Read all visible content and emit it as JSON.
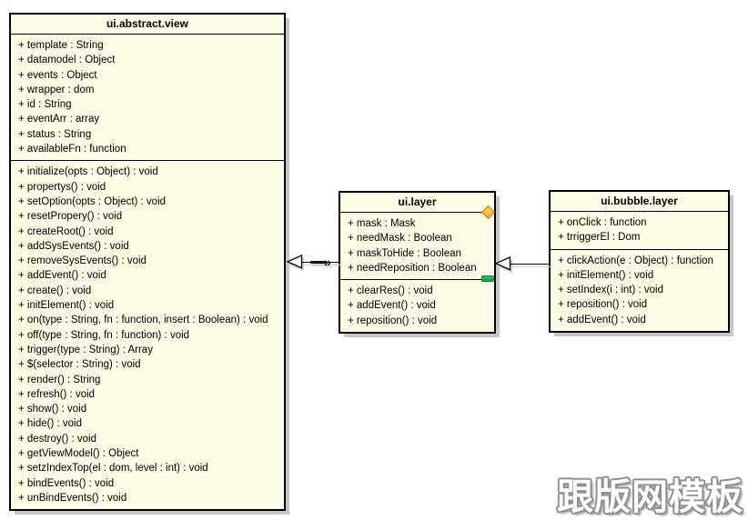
{
  "classes": [
    {
      "name": "ui.abstract.view",
      "attributes": [
        "+ template : String",
        "+ datamodel : Object",
        "+ events : Object",
        "+ wrapper : dom",
        "+ id : String",
        "+ eventArr : array",
        "+ status : String",
        "+ availableFn : function"
      ],
      "methods": [
        "+ initialize(opts : Object) : void",
        "+ propertys() : void",
        "+ setOption(opts : Object) : void",
        "+ resetPropery() : void",
        "+ createRoot() : void",
        "+ addSysEvents() : void",
        "+ removeSysEvents() : void",
        "+ addEvent() : void",
        "+ create() : void",
        "+ initElement() : void",
        "+ on(type : String, fn : function, insert : Boolean) : void",
        "+ off(type : String, fn : function) : void",
        "+ trigger(type : String) : Array",
        "+ $(selector : String) : void",
        "+ render() : String",
        "+ refresh() : void",
        "+ show() : void",
        "+ hide() : void",
        "+ destroy() : void",
        "+ getViewModel() : Object",
        "+ setzIndexTop(el : dom, level : int) : void",
        "+ bindEvents() : void",
        "+ unBindEvents() : void"
      ]
    },
    {
      "name": "ui.layer",
      "attributes": [
        "+ mask : Mask",
        "+ needMask : Boolean",
        "+ maskToHide : Boolean",
        "+ needReposition : Boolean"
      ],
      "methods": [
        "+ clearRes() : void",
        "+ addEvent() : void",
        "+ reposition() : void"
      ]
    },
    {
      "name": "ui.bubble.layer",
      "attributes": [
        "+ onClick : function",
        "+ trriggerEl : Dom"
      ],
      "methods": [
        "+ clickAction(e : Object) : function",
        "+ initElement() : void",
        "+ setIndex(i : int) : void",
        "+ reposition() : void",
        "+ addEvent() : void"
      ]
    }
  ],
  "connectors": [
    {
      "type": "generalization",
      "from": "ui.layer",
      "to": "ui.abstract.view",
      "label": "»"
    },
    {
      "type": "generalization",
      "from": "ui.bubble.layer",
      "to": "ui.layer",
      "label": ""
    }
  ],
  "watermark": {
    "text": "跟版网模板"
  },
  "colors": {
    "class_fill": "#FCFCE6",
    "class_border": "#000000",
    "shadow": "#C6C6C6",
    "diamond_marker": "#EE9A11",
    "green_marker": "#179A45"
  }
}
